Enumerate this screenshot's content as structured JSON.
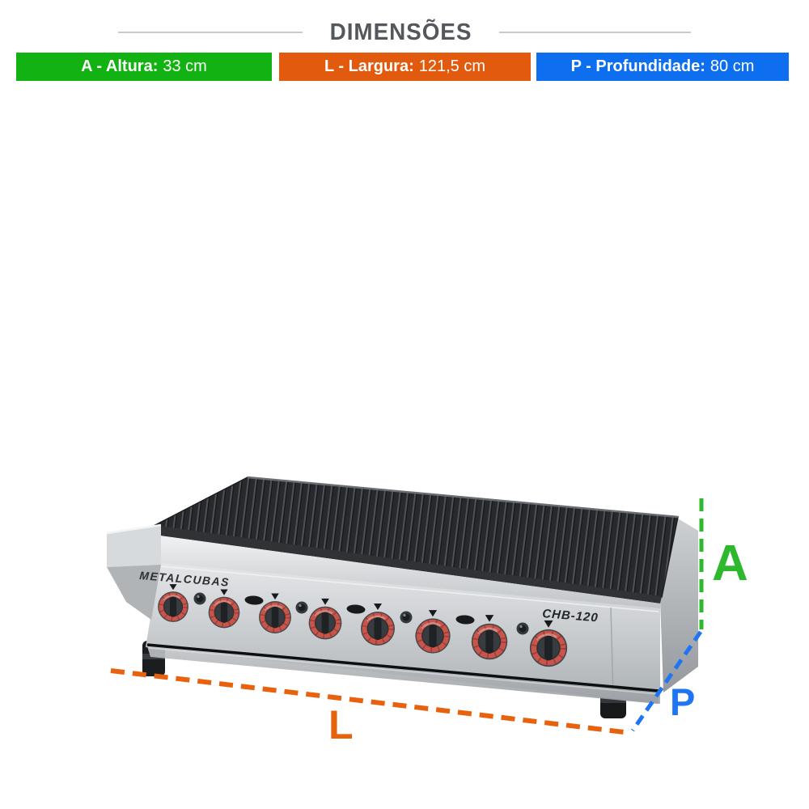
{
  "header": {
    "title": "DIMENSÕES"
  },
  "badges": [
    {
      "label": "A - Altura:",
      "value": "33 cm",
      "color": "#12b212"
    },
    {
      "label": "L - Largura:",
      "value": "121,5 cm",
      "color": "#e25a0d"
    },
    {
      "label": "P - Profundidade:",
      "value": "80 cm",
      "color": "#0d6ff0"
    }
  ],
  "product": {
    "brand": "METALCUBAS",
    "model": "CHB-120",
    "type": "gas char broiler",
    "burner_knobs": 8
  },
  "dimension_lines": {
    "height": {
      "letter": "A",
      "color": "#2db82d"
    },
    "width": {
      "letter": "L",
      "color": "#e8620e"
    },
    "depth": {
      "letter": "P",
      "color": "#1f75f3"
    }
  }
}
